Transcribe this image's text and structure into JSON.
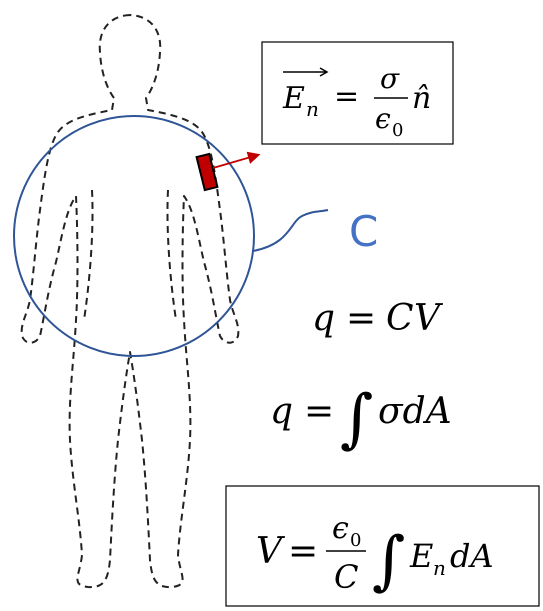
{
  "colors": {
    "circle": "#2f5597",
    "patch_fill": "#c00000",
    "arrow": "#c00000",
    "outline": "#222222",
    "box_stroke": "#000000",
    "c_label": "#4472c4"
  },
  "equations": {
    "field": {
      "E": "E",
      "E_sub": "n",
      "eq": "=",
      "num": "σ",
      "den": "ϵ",
      "den_sub": "0",
      "n_hat": "n̂"
    },
    "charge_cv": {
      "q": "q",
      "eq": "=",
      "C": "C",
      "V": "V"
    },
    "charge_integral": {
      "q": "q",
      "eq": "=",
      "integral": "∫",
      "integrand": "σdA"
    },
    "voltage": {
      "V": "V",
      "eq": "=",
      "num": "ϵ",
      "num_sub": "0",
      "den": "C",
      "integral": "∫",
      "E": "E",
      "E_sub": "n",
      "dA": "dA"
    }
  },
  "c_label": "C"
}
